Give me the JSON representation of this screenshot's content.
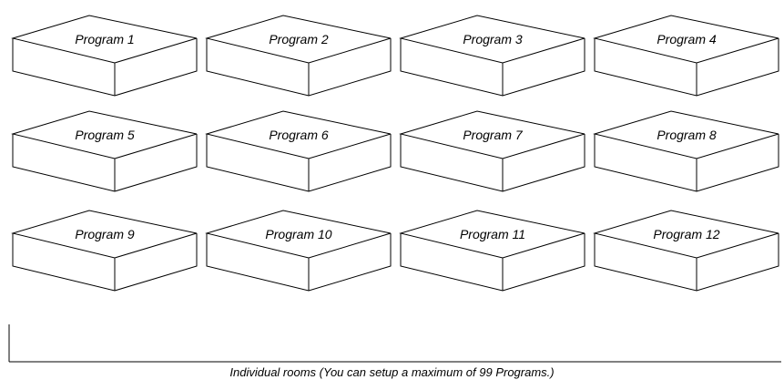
{
  "programs": [
    {
      "label": "Program 1"
    },
    {
      "label": "Program 2"
    },
    {
      "label": "Program 3"
    },
    {
      "label": "Program 4"
    },
    {
      "label": "Program 5"
    },
    {
      "label": "Program 6"
    },
    {
      "label": "Program 7"
    },
    {
      "label": "Program 8"
    },
    {
      "label": "Program 9"
    },
    {
      "label": "Program 10"
    },
    {
      "label": "Program 11"
    },
    {
      "label": "Program 12"
    }
  ],
  "caption": "Individual rooms (You can setup a maximum of 99 Programs.)"
}
